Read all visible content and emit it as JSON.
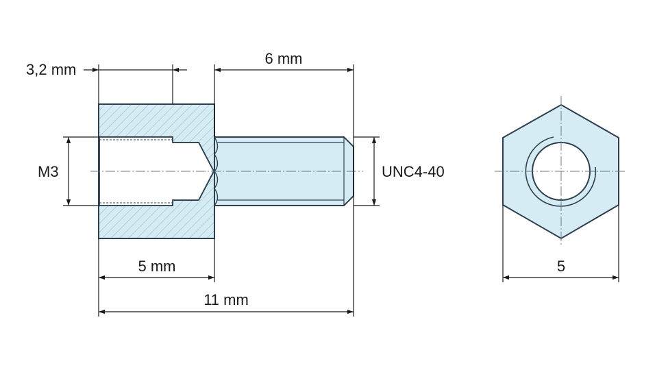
{
  "drawing": {
    "colors": {
      "part_fill": "#d6ecf4",
      "outline": "#2e3f4f",
      "dimension": "#1a1a1a",
      "hatch": "#7fa6b8"
    },
    "labels": {
      "dim_3_2": "3,2 mm",
      "dim_6": "6 mm",
      "dim_m3": "M3",
      "dim_unc": "UNC4-40",
      "dim_5mm": "5 mm",
      "dim_11": "11 mm",
      "dim_hex": "5"
    }
  }
}
